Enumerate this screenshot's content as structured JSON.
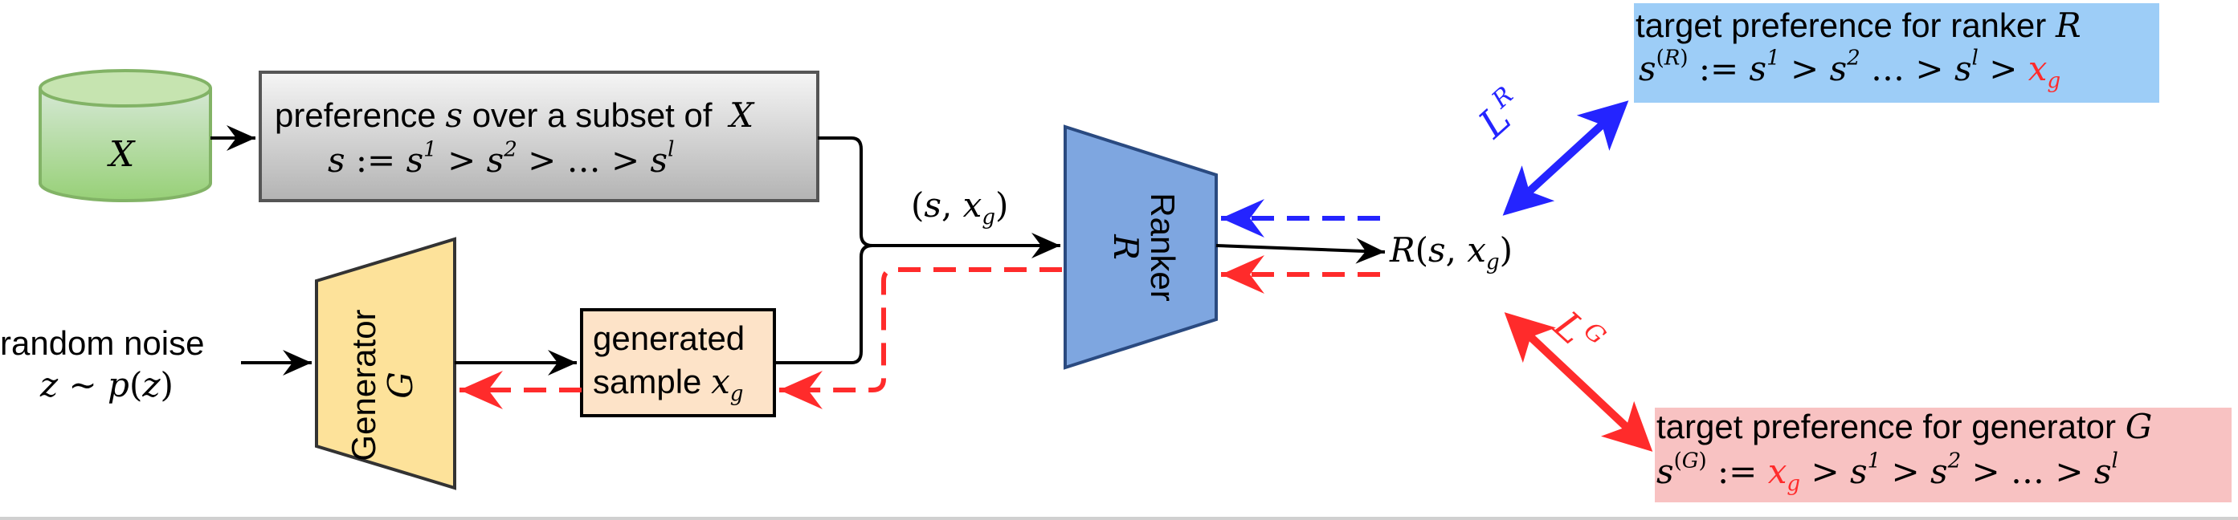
{
  "database": {
    "label": "X"
  },
  "preference_box": {
    "line1_text": "preference ",
    "line1_var": "s",
    "line1_mid": " over a subset of ",
    "line1_set": "X",
    "line2": "s := s¹ > s² > … > sˡ"
  },
  "noise": {
    "line1": "random noise",
    "line2": "z ∼ p(z)"
  },
  "generator": {
    "label": "Generator",
    "symbol": "G"
  },
  "sample_box": {
    "line1": "generated",
    "line2_text": "sample ",
    "line2_var": "x",
    "line2_sub": "g"
  },
  "edge_label": "(s, x_g)",
  "ranker": {
    "label": "Ranker",
    "symbol": "R"
  },
  "ranker_output": "R(s, x_g)",
  "loss_R": "L^R",
  "loss_G": "L^G",
  "target_R": {
    "title_text": "target preference for ranker ",
    "title_var": "R",
    "formula": "s^(R) := s¹ > s² … > sˡ > x_g"
  },
  "target_G": {
    "title_text": "target preference for generator ",
    "title_var": "G",
    "formula": "s^(G) := x_g > s¹ > s² > … > sˡ"
  },
  "colors": {
    "database_fill": "#b9e08f",
    "database_stroke": "#82b366",
    "preference_fill_top": "#f5f5f5",
    "preference_fill_bottom": "#b3b3b3",
    "generator_fill": "#fde29a",
    "sample_fill": "#fde3c8",
    "ranker_fill": "#7ea6e0",
    "target_R_fill": "#9dcdf7",
    "target_G_fill": "#f8c2c2",
    "blue_arrow": "#2424ff",
    "red_arrow": "#ff2b2b"
  }
}
